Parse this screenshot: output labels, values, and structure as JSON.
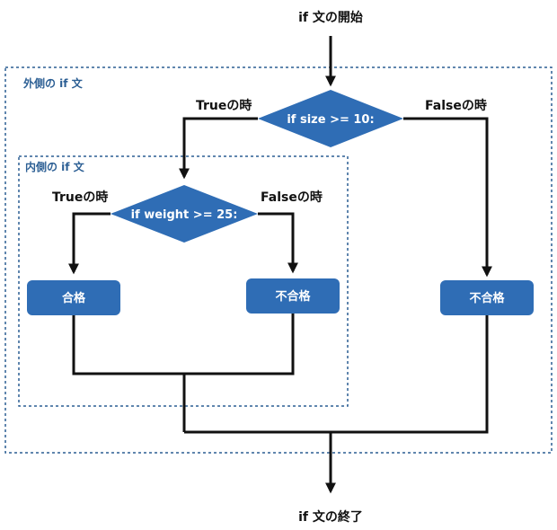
{
  "diagram": {
    "start_label": "if 文の開始",
    "end_label": "if 文の終了",
    "outer_frame_label": "外側の if 文",
    "inner_frame_label": "内側の if 文",
    "outer_condition": "if size >= 10:",
    "inner_condition": "if weight >= 25:",
    "outer_true_label": "Trueの時",
    "outer_false_label": "Falseの時",
    "inner_true_label": "Trueの時",
    "inner_false_label": "Falseの時",
    "result_pass": "合格",
    "result_fail_inner": "不合格",
    "result_fail_outer": "不合格"
  },
  "colors": {
    "node_fill": "#2f6db5",
    "frame_border": "#2c5f94",
    "flow_line": "#111111"
  }
}
